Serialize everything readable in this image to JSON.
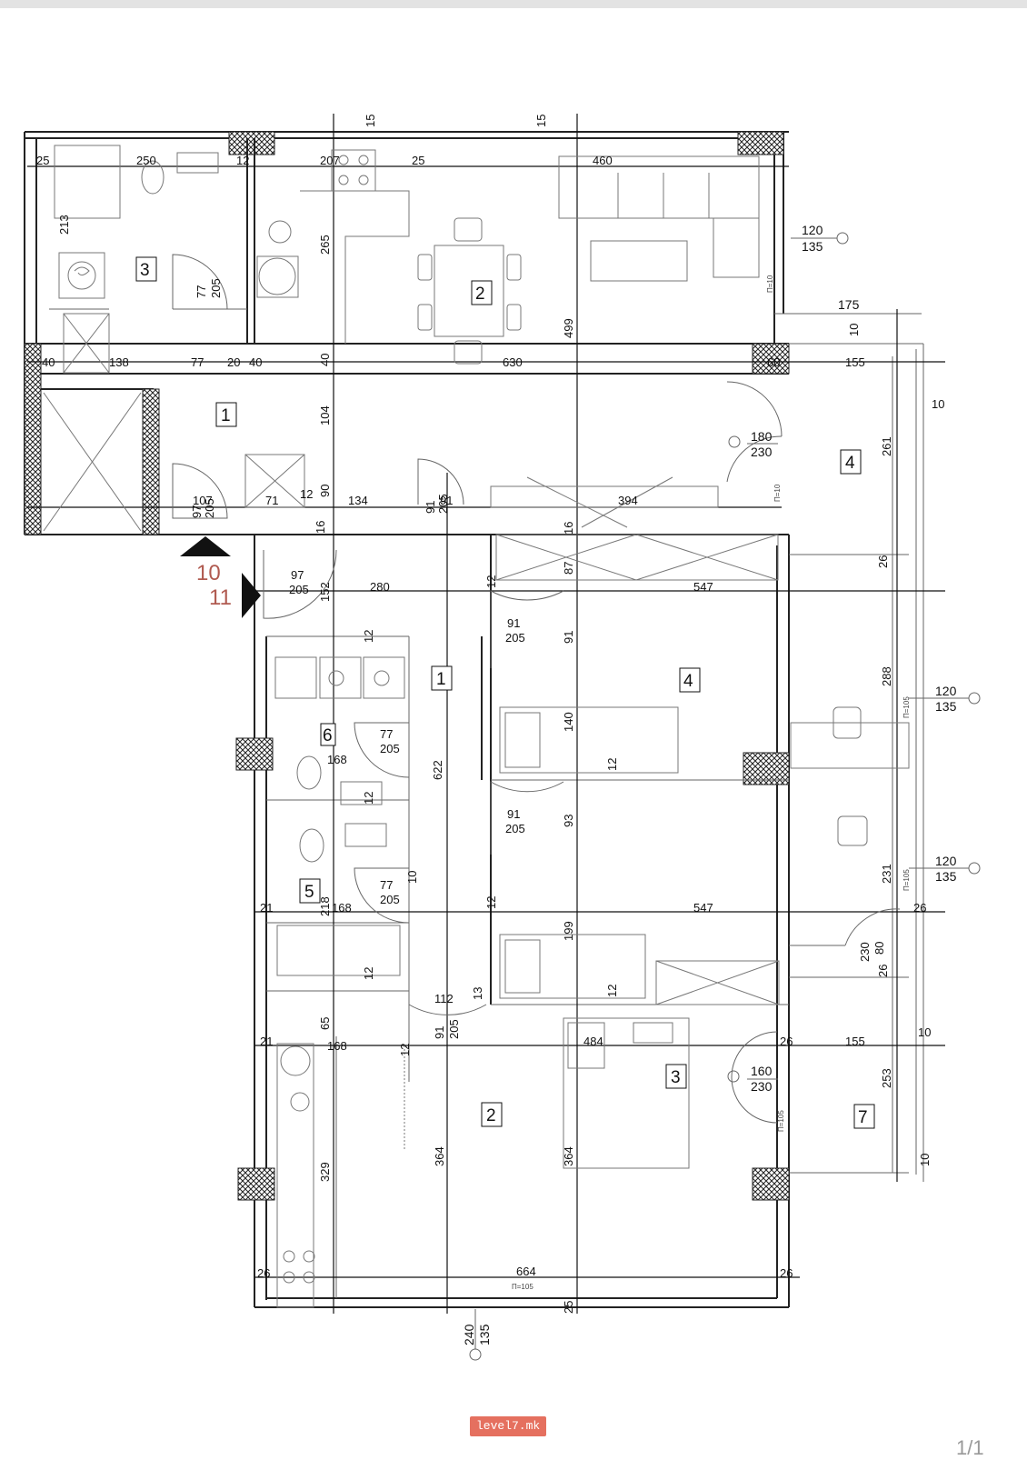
{
  "rooms": {
    "r1_top": "1",
    "r2_top": "2",
    "r3_top": "3",
    "r4_top": "4",
    "r1_mid": "1",
    "r4_mid": "4",
    "r6": "6",
    "r5": "5",
    "r2_bot": "2",
    "r3_bot": "3",
    "r7": "7"
  },
  "level_marker": {
    "upper": "10",
    "lower": "11"
  },
  "dimensions": {
    "d25a": "25",
    "d250": "250",
    "d12a": "12",
    "d207": "207",
    "d25b": "25",
    "d460": "460",
    "d15a": "15",
    "d15b": "15",
    "d213": "213",
    "d265": "265",
    "d499": "499",
    "d40a": "40",
    "d138": "138",
    "d77a": "77",
    "d20": "20",
    "d40b": "40",
    "d40c": "40",
    "d630": "630",
    "d60": "60",
    "d155a": "155",
    "d175": "175",
    "d10a": "10",
    "d10b": "10",
    "d104": "104",
    "d261": "261",
    "d107": "107",
    "d71": "71",
    "d12b": "12",
    "d90": "90",
    "d134": "134",
    "d91a": "91",
    "d394": "394",
    "d16a": "16",
    "d16b": "16",
    "d26a": "26",
    "d87": "87",
    "d152": "152",
    "d280": "280",
    "d12c": "12",
    "d547a": "547",
    "d12d": "12",
    "d91b": "91",
    "d288": "288",
    "d140": "140",
    "d168a": "168",
    "d622": "622",
    "d12e": "12",
    "d12f": "12",
    "d93": "93",
    "d231": "231",
    "d10c": "10",
    "d21a": "21",
    "d218": "218",
    "d168b": "168",
    "d12g": "12",
    "d547b": "547",
    "d26b": "26",
    "d199": "199",
    "d12h": "12",
    "d65": "65",
    "d112": "112",
    "d13": "13",
    "d12i": "12",
    "d26c": "26",
    "d21b": "21",
    "d168c": "168",
    "d12j": "12",
    "d484": "484",
    "d26d": "26",
    "d155b": "155",
    "d10d": "10",
    "d253": "253",
    "d10e": "10",
    "d329": "329",
    "d364a": "364",
    "d364b": "364",
    "d26e": "26",
    "d664": "664",
    "d26f": "26",
    "d25c": "25"
  },
  "doors": {
    "a_w": "77",
    "a_h": "205",
    "b_w": "97",
    "b_h": "205",
    "c_w": "91",
    "c_h": "205",
    "d_w": "97",
    "d_h": "205",
    "e_w": "91",
    "e_h": "205",
    "f_w": "77",
    "f_h": "205",
    "g_w": "91",
    "g_h": "205",
    "h_w": "77",
    "h_h": "205",
    "i_w": "91",
    "i_h": "205",
    "j_w": "80",
    "j_h": "230"
  },
  "openings": {
    "w1_w": "120",
    "w1_h": "135",
    "w2_w": "180",
    "w2_h": "230",
    "w3_w": "120",
    "w3_h": "135",
    "w4_w": "120",
    "w4_h": "135",
    "w5_w": "160",
    "w5_h": "230",
    "w6_w": "240",
    "w6_h": "135"
  },
  "parapets": {
    "p1": "П=10",
    "p2": "П=10",
    "p3": "П=105",
    "p4": "П=105",
    "p5": "П=105",
    "p6": "П=105"
  },
  "watermark": "level7.mk",
  "page_indicator": "1/1"
}
